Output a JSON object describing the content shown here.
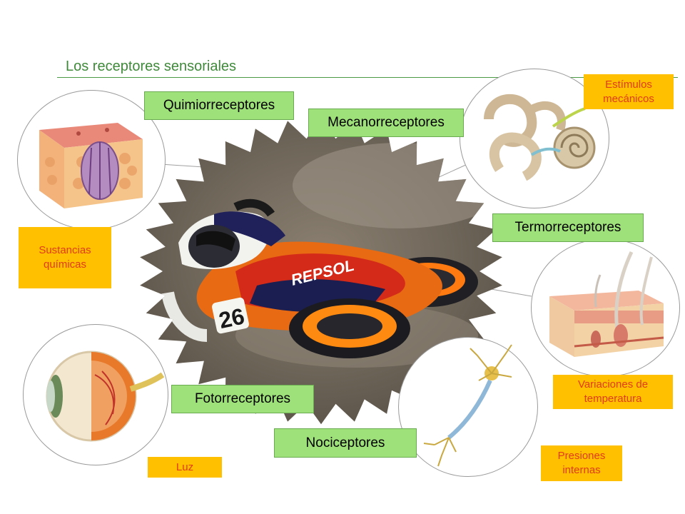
{
  "title": "Los receptores sensoriales",
  "receptors": {
    "quimio": "Quimiorreceptores",
    "mecano": "Mecanorreceptores",
    "termo": "Termorreceptores",
    "foto": "Fotorreceptores",
    "noci": "Nociceptores"
  },
  "stimuli": {
    "mecanicos_1": "Estímulos",
    "mecanicos_2": "mecánicos",
    "quimicas_1": "Sustancias",
    "quimicas_2": "químicas",
    "temperatura_1": "Variaciones de",
    "temperatura_2": "temperatura",
    "luz": "Luz",
    "presiones_1": "Presiones",
    "presiones_2": "internas"
  },
  "photo": {
    "bike_number": "26"
  },
  "colors": {
    "label_green": "#9ee07a",
    "label_orange": "#ffc000",
    "stimulus_text": "#e23b18",
    "title_green": "#3f8a3a"
  }
}
